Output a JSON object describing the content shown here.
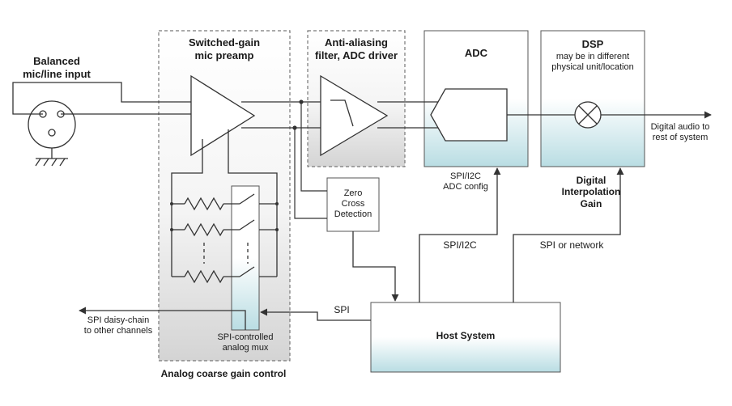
{
  "input": {
    "title_line1": "Balanced",
    "title_line2": "mic/line input"
  },
  "preamp": {
    "title_line1": "Switched-gain",
    "title_line2": "mic preamp"
  },
  "filter": {
    "title_line1": "Anti-aliasing",
    "title_line2": "filter, ADC driver"
  },
  "adc": {
    "title": "ADC",
    "config_line1": "SPI/I2C",
    "config_line2": "ADC config"
  },
  "dsp": {
    "title": "DSP",
    "note_line1": "may be in different",
    "note_line2": "physical unit/location"
  },
  "interp_gain": {
    "line1": "Digital",
    "line2": "Interpolation",
    "line3": "Gain"
  },
  "zero_cross": {
    "line1": "Zero",
    "line2": "Cross",
    "line3": "Detection"
  },
  "mux": {
    "line1": "SPI-controlled",
    "line2": "analog mux"
  },
  "analog_gain": {
    "label": "Analog coarse gain control"
  },
  "host": {
    "title": "Host System"
  },
  "links": {
    "spi_i2c": "SPI/I2C",
    "spi_network": "SPI or network",
    "spi": "SPI",
    "daisy_line1": "SPI daisy-chain",
    "daisy_line2": "to other channels",
    "output_line1": "Digital audio to",
    "output_line2": "rest of system"
  },
  "colors": {
    "stroke": "#333333",
    "box_top": "#ffffff",
    "box_bottom": "#b9dde3",
    "dashed": "#777777",
    "shade": "#e6e6e6"
  }
}
